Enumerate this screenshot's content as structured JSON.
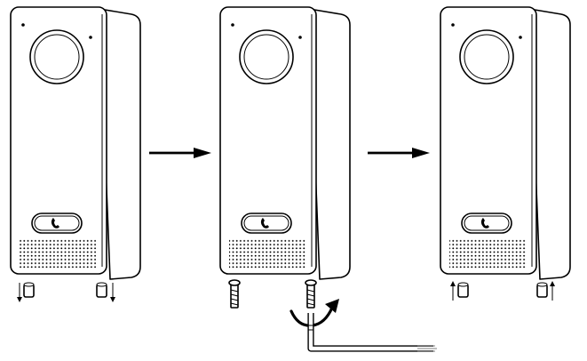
{
  "diagram": {
    "steps": [
      {
        "action": "remove-caps"
      },
      {
        "action": "unscrew-screws-with-hex-key"
      },
      {
        "action": "insert-caps"
      }
    ],
    "colors": {
      "line": "#000000",
      "background": "#ffffff",
      "tool_line": "#555555"
    },
    "icons": [
      "camera-lens-icon",
      "call-button-icon",
      "phone-handset-icon",
      "speaker-grille-icon",
      "hex-key-icon",
      "screw-icon",
      "rotate-arrow-icon",
      "direction-arrow-icon"
    ]
  }
}
